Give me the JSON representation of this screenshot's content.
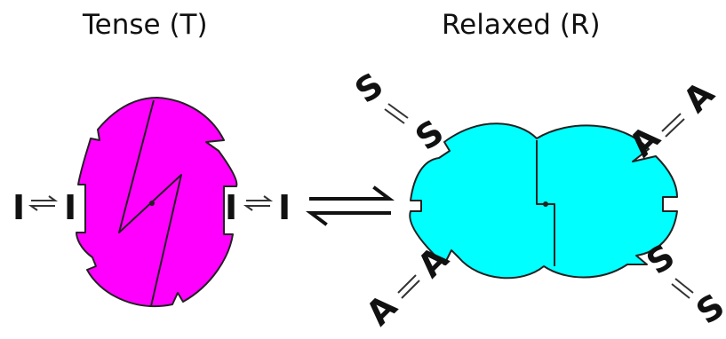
{
  "titles": {
    "tense": "Tense (T)",
    "relaxed": "Relaxed (R)"
  },
  "ligands": {
    "inhibitor": "I",
    "activator": "A",
    "substrate": "S"
  },
  "colors": {
    "tense_fill": "#ff00ff",
    "relaxed_fill": "#00ffff",
    "outline": "#222222",
    "background": "#ffffff"
  },
  "equilibrium_symbol": "⇌"
}
